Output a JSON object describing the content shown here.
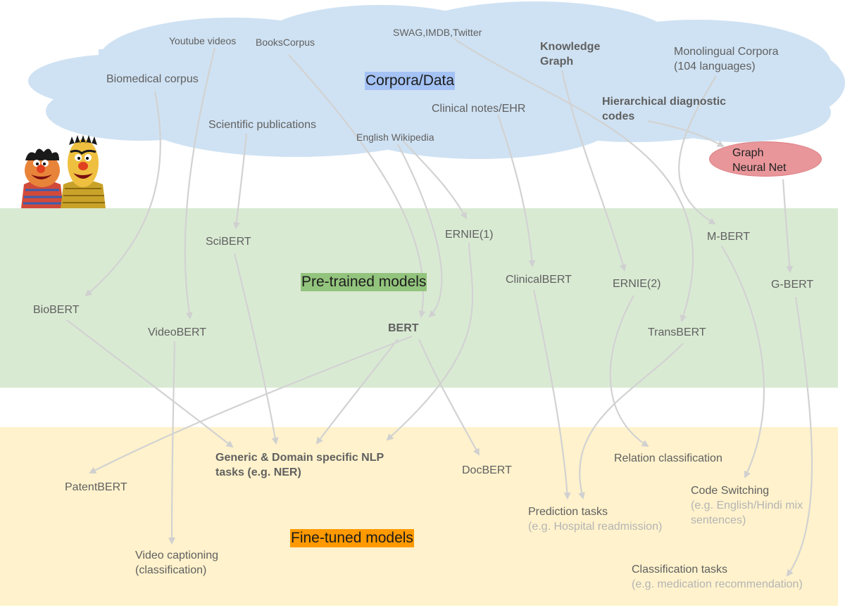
{
  "colors": {
    "cloud": "#cfe2f3",
    "pretrained_band": "#d9ead3",
    "finetuned_band": "#fff2cc",
    "corpora_title_bg": "#a4c2f4",
    "pretrained_title_bg": "#93c47d",
    "finetuned_title_bg": "#ff9900",
    "gnn_fill": "#e8969a",
    "arrow": "#d2d2d2"
  },
  "sections": {
    "corpora": "Corpora/Data",
    "pretrained": "Pre-trained models",
    "finetuned": "Fine-tuned models"
  },
  "corpora": {
    "youtube": "Youtube videos",
    "books": "BooksCorpus",
    "swag": "SWAG,IMDB,Twitter",
    "kg_line1": "Knowledge",
    "kg_line2": "Graph",
    "mono_line1": "Monolingual Corpora",
    "mono_line2": "(104 languages)",
    "biomed": "Biomedical corpus",
    "clinical": "Clinical notes/EHR",
    "hier_line1": "Hierarchical diagnostic",
    "hier_line2": "codes",
    "scipub": "Scientific publications",
    "wiki": "English Wikipedia"
  },
  "gnn": {
    "line1": "Graph",
    "line2": "Neural Net"
  },
  "pretrained": {
    "scibert": "SciBERT",
    "ernie1": "ERNIE(1)",
    "mbert": "M-BERT",
    "clinicalbert": "ClinicalBERT",
    "ernie2": "ERNIE(2)",
    "gbert": "G-BERT",
    "biobert": "BioBERT",
    "videobert": "VideoBERT",
    "bert": "BERT",
    "transbert": "TransBERT"
  },
  "finetuned": {
    "generic_line1": "Generic & Domain specific NLP",
    "generic_line2": "tasks (e.g. NER)",
    "patentbert": "PatentBERT",
    "docbert": "DocBERT",
    "relation": "Relation classification",
    "code_title": "Code Switching",
    "code_sub1": "(e.g. English/Hindi mix",
    "code_sub2": "sentences)",
    "prediction_title": "Prediction tasks",
    "prediction_sub": "(e.g. Hospital readmission)",
    "video_line1": "Video captioning",
    "video_line2": "(classification)",
    "class_title": "Classification tasks",
    "class_sub": "(e.g. medication recommendation)"
  },
  "illustration": {
    "icon": "two-puppets-icon"
  }
}
